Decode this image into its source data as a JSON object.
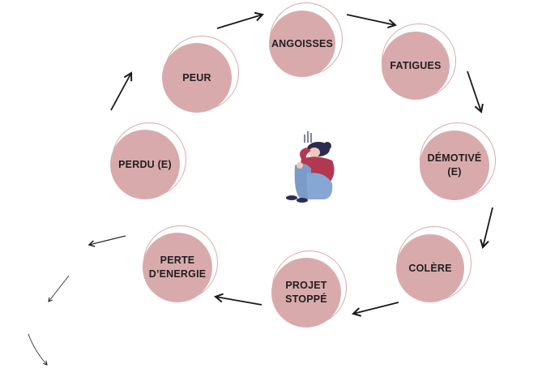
{
  "nodes": [
    {
      "id": "angoisses",
      "label": "ANGOISSES"
    },
    {
      "id": "fatigues",
      "label": "FATIGUES"
    },
    {
      "id": "demotive",
      "label": "DÉMOTIVÉ (E)"
    },
    {
      "id": "colere",
      "label": "COLÈRE"
    },
    {
      "id": "projet-stoppe",
      "label": "PROJET\nSTOPPÉ"
    },
    {
      "id": "perte-energie",
      "label": "PERTE\nD’ENERGIE"
    },
    {
      "id": "perdu",
      "label": "PERDU (E)"
    },
    {
      "id": "peur",
      "label": "PEUR"
    }
  ],
  "edges": [
    {
      "from": "peur",
      "to": "angoisses"
    },
    {
      "from": "angoisses",
      "to": "fatigues"
    },
    {
      "from": "fatigues",
      "to": "demotive"
    },
    {
      "from": "demotive",
      "to": "colere"
    },
    {
      "from": "colere",
      "to": "projet-stoppe"
    },
    {
      "from": "projet-stoppe",
      "to": "perte-energie"
    },
    {
      "from": "perdu",
      "to": "peur"
    }
  ],
  "center_illustration": "sad-person-sitting-illustration",
  "colors": {
    "node_fill": "#d9aaac",
    "node_ring": "#d9aaac",
    "arrow": "#1a1a1a",
    "label": "#1f1f1f"
  }
}
